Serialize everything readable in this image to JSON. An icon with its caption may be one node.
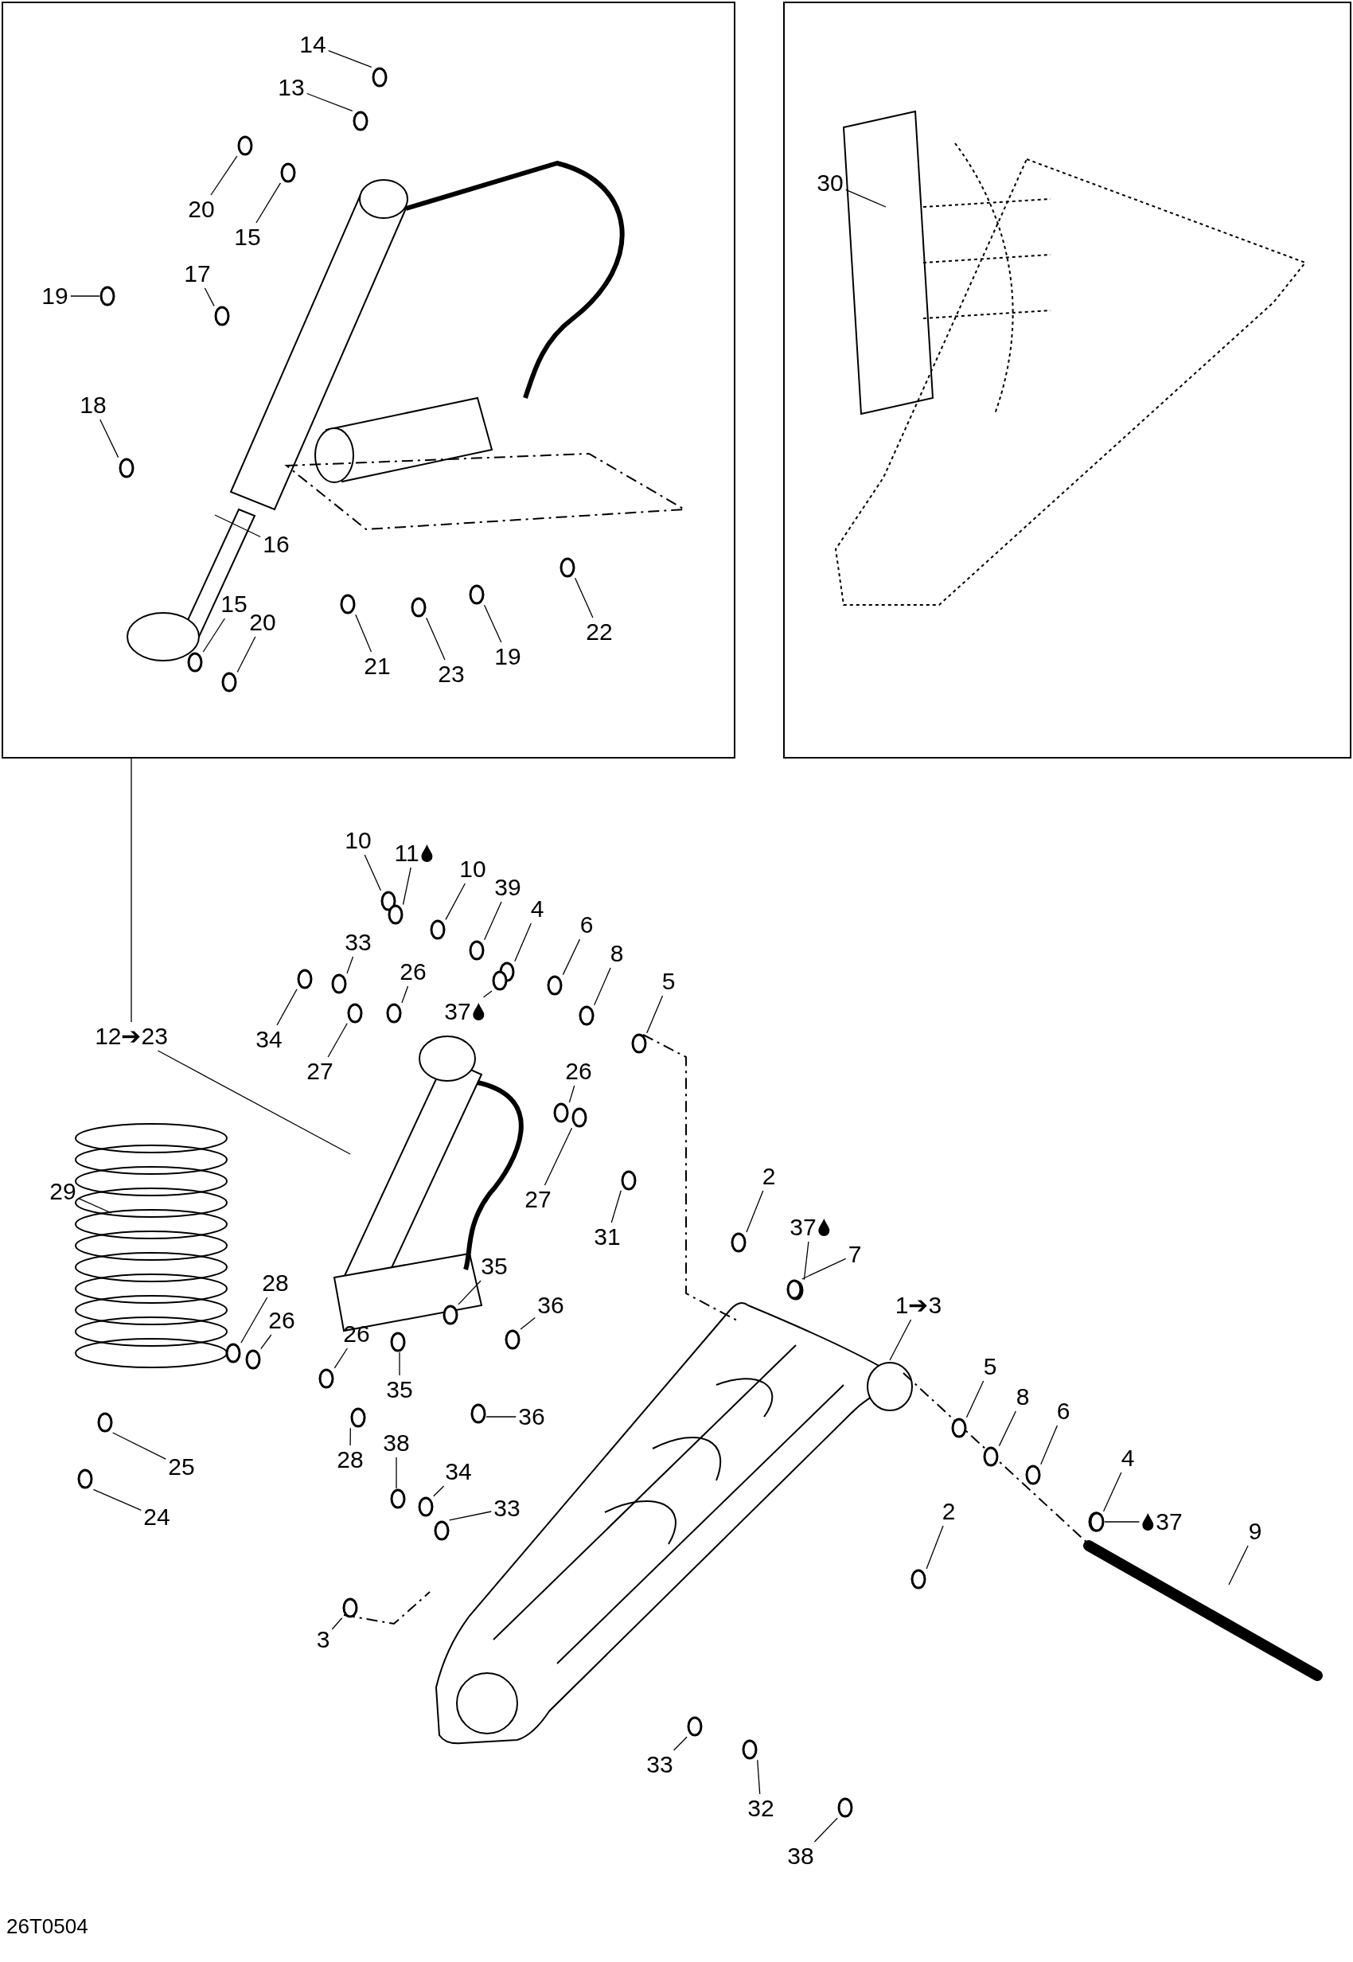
{
  "diagram": {
    "nodes": [
      {
        "text": [],
        "shape": "box"
      },
      {
        "text": [
          "14"
        ],
        "in": 0
      },
      {
        "text": [
          "13"
        ],
        "in": 0
      },
      {
        "text": [
          "20"
        ],
        "in": 0
      },
      {
        "text": [
          "15"
        ],
        "in": 0
      },
      {
        "text": [
          "17"
        ],
        "in": 0
      },
      {
        "text": [
          "19"
        ],
        "in": 0
      },
      {
        "text": [
          "18"
        ],
        "in": 0
      },
      {
        "text": [
          "16"
        ],
        "in": 0
      },
      {
        "text": [
          "15"
        ],
        "in": 0
      },
      {
        "text": [
          "20"
        ],
        "in": 0
      },
      {
        "text": [
          "21"
        ],
        "in": 0
      },
      {
        "text": [
          "23"
        ],
        "in": 0
      },
      {
        "text": [
          "19"
        ],
        "in": 0
      },
      {
        "text": [
          "22"
        ],
        "in": 0
      },
      {
        "text": [],
        "shape": "box"
      },
      {
        "text": [
          "30"
        ],
        "in": 15
      },
      {
        "text": [
          "10"
        ]
      },
      {
        "text": [
          "11"
        ]
      },
      {
        "text": [
          "10"
        ]
      },
      {
        "text": [
          "39"
        ]
      },
      {
        "text": [
          "4"
        ]
      },
      {
        "text": [
          "6"
        ]
      },
      {
        "text": [
          "8"
        ]
      },
      {
        "text": [
          "5"
        ]
      },
      {
        "text": [
          "33"
        ]
      },
      {
        "text": [
          "26"
        ]
      },
      {
        "text": [
          "34"
        ]
      },
      {
        "text": [
          "37"
        ]
      },
      {
        "text": [
          "27"
        ]
      },
      {
        "text": [
          "12➔23"
        ]
      },
      {
        "text": [
          "26"
        ]
      },
      {
        "text": [
          "29"
        ]
      },
      {
        "text": [
          "27"
        ]
      },
      {
        "text": [
          "31"
        ]
      },
      {
        "text": [
          "2"
        ]
      },
      {
        "text": [
          "37"
        ]
      },
      {
        "text": [
          "7"
        ]
      },
      {
        "text": [
          "28"
        ]
      },
      {
        "text": [
          "35"
        ]
      },
      {
        "text": [
          "36"
        ]
      },
      {
        "text": [
          "1➔3"
        ]
      },
      {
        "text": [
          "26"
        ]
      },
      {
        "text": [
          "26"
        ]
      },
      {
        "text": [
          "5"
        ]
      },
      {
        "text": [
          "35"
        ]
      },
      {
        "text": [
          "8"
        ]
      },
      {
        "text": [
          "36"
        ]
      },
      {
        "text": [
          "6"
        ]
      },
      {
        "text": [
          "28"
        ]
      },
      {
        "text": [
          "38"
        ]
      },
      {
        "text": [
          "25"
        ]
      },
      {
        "text": [
          "4"
        ]
      },
      {
        "text": [
          "34"
        ]
      },
      {
        "text": [
          "2"
        ]
      },
      {
        "text": [
          "37"
        ]
      },
      {
        "text": [
          "9"
        ]
      },
      {
        "text": [
          "33"
        ]
      },
      {
        "text": [
          "24"
        ]
      },
      {
        "text": [
          "3"
        ]
      },
      {
        "text": [
          "33"
        ]
      },
      {
        "text": [
          "32"
        ]
      },
      {
        "text": [
          "38"
        ]
      },
      {
        "text": [],
        "shape": "circle",
        "in": 0
      },
      {
        "text": [],
        "shape": "circle",
        "in": 0
      },
      {
        "text": [],
        "shape": "circle",
        "in": 0
      },
      {
        "text": [],
        "shape": "circle",
        "in": 0
      },
      {
        "text": [],
        "shape": "circle",
        "in": 0
      },
      {
        "text": [],
        "shape": "circle",
        "in": 0
      },
      {
        "text": [],
        "shape": "circle",
        "in": 0
      },
      {
        "text": [],
        "shape": "circle",
        "in": 0
      },
      {
        "text": [],
        "shape": "circle",
        "in": 0
      },
      {
        "text": [],
        "shape": "circle",
        "in": 0
      },
      {
        "text": [],
        "shape": "circle",
        "in": 0
      },
      {
        "text": [],
        "shape": "circle",
        "in": 0
      },
      {
        "text": [],
        "shape": "circle",
        "in": 0
      },
      {
        "text": [],
        "shape": "circle"
      },
      {
        "text": [],
        "shape": "circle"
      },
      {
        "text": [],
        "shape": "circle"
      },
      {
        "text": [],
        "shape": "circle"
      },
      {
        "text": [],
        "shape": "circle"
      },
      {
        "text": [],
        "shape": "circle"
      },
      {
        "text": [],
        "shape": "circle"
      },
      {
        "text": [],
        "shape": "circle"
      },
      {
        "text": [],
        "shape": "circle"
      },
      {
        "text": [],
        "shape": "circle"
      },
      {
        "text": [],
        "shape": "circle"
      },
      {
        "text": [],
        "shape": "circle"
      },
      {
        "text": [],
        "shape": "circle"
      },
      {
        "text": [],
        "shape": "circle"
      },
      {
        "text": [],
        "shape": "circle"
      },
      {
        "text": [],
        "shape": "circle"
      },
      {
        "text": [],
        "shape": "circle"
      },
      {
        "text": [],
        "shape": "circle"
      },
      {
        "text": [],
        "shape": "circle"
      },
      {
        "text": [],
        "shape": "circle"
      },
      {
        "text": [],
        "shape": "circle"
      },
      {
        "text": [],
        "shape": "circle"
      },
      {
        "text": [],
        "shape": "circle"
      },
      {
        "text": [],
        "shape": "circle"
      },
      {
        "text": [],
        "shape": "circle"
      },
      {
        "text": [],
        "shape": "circle"
      },
      {
        "text": [],
        "shape": "circle"
      },
      {
        "text": [],
        "shape": "circle"
      },
      {
        "text": [],
        "shape": "circle"
      },
      {
        "text": [],
        "shape": "circle"
      },
      {
        "text": [],
        "shape": "circle"
      },
      {
        "text": [],
        "shape": "circle"
      },
      {
        "text": [],
        "shape": "circle"
      },
      {
        "text": [],
        "shape": "circle"
      },
      {
        "text": [],
        "shape": "circle"
      },
      {
        "text": [],
        "shape": "circle"
      },
      {
        "text": [],
        "shape": "circle"
      },
      {
        "text": [],
        "shape": "circle"
      },
      {
        "text": [],
        "shape": "circle"
      },
      {
        "text": [],
        "shape": "circle"
      },
      {
        "text": [],
        "shape": "circle"
      },
      {
        "text": [],
        "shape": "circle"
      }
    ],
    "edges": [
      {
        "from": 1,
        "to": 63,
        "arrow": "none"
      },
      {
        "from": 2,
        "to": 64,
        "arrow": "none"
      },
      {
        "from": 3,
        "to": 65,
        "arrow": "none"
      },
      {
        "from": 4,
        "to": 66,
        "arrow": "none"
      },
      {
        "from": 5,
        "to": 67,
        "arrow": "none"
      },
      {
        "from": 6,
        "to": 68,
        "arrow": "none"
      },
      {
        "from": 7,
        "to": 69,
        "arrow": "none"
      },
      {
        "from": 8,
        "to": null,
        "arrow": "none"
      },
      {
        "from": 9,
        "to": 70,
        "arrow": "none"
      },
      {
        "from": 10,
        "to": 71,
        "arrow": "none"
      },
      {
        "from": 11,
        "to": 72,
        "arrow": "none"
      },
      {
        "from": 12,
        "to": 73,
        "arrow": "none"
      },
      {
        "from": 13,
        "to": 74,
        "arrow": "none"
      },
      {
        "from": 14,
        "to": 75,
        "arrow": "none"
      },
      {
        "from": 16,
        "to": null,
        "arrow": "none"
      },
      {
        "from": 17,
        "to": 76,
        "arrow": "none"
      },
      {
        "from": 18,
        "to": 77,
        "arrow": "none"
      },
      {
        "from": 19,
        "to": 78,
        "arrow": "none"
      },
      {
        "from": 20,
        "to": 79,
        "arrow": "none"
      },
      {
        "from": 21,
        "to": 80,
        "arrow": "none"
      },
      {
        "from": 22,
        "to": 81,
        "arrow": "none"
      },
      {
        "from": 23,
        "to": 82,
        "arrow": "none"
      },
      {
        "from": 24,
        "to": 83,
        "arrow": "none"
      },
      {
        "from": 25,
        "to": 84,
        "arrow": "none"
      },
      {
        "from": 26,
        "to": 85,
        "arrow": "none"
      },
      {
        "from": 27,
        "to": 86,
        "arrow": "none"
      },
      {
        "from": 28,
        "to": 87,
        "arrow": "none"
      },
      {
        "from": 29,
        "to": 88,
        "arrow": "none"
      },
      {
        "from": 30,
        "to": null,
        "arrow": "none"
      },
      {
        "from": 30,
        "to": 0,
        "arrow": "none"
      },
      {
        "from": 31,
        "to": 89,
        "arrow": "none"
      },
      {
        "from": 32,
        "to": null,
        "arrow": "none"
      },
      {
        "from": 33,
        "to": 90,
        "arrow": "none"
      },
      {
        "from": 34,
        "to": 91,
        "arrow": "none"
      },
      {
        "from": 35,
        "to": 92,
        "arrow": "none"
      },
      {
        "from": 36,
        "to": 93,
        "arrow": "none"
      },
      {
        "from": 37,
        "to": 94,
        "arrow": "none"
      },
      {
        "from": 38,
        "to": 95,
        "arrow": "none"
      },
      {
        "from": 39,
        "to": 96,
        "arrow": "none"
      },
      {
        "from": 40,
        "to": 97,
        "arrow": "none"
      },
      {
        "from": 41,
        "to": null,
        "arrow": "none"
      },
      {
        "from": 42,
        "to": 98,
        "arrow": "none"
      },
      {
        "from": 43,
        "to": 99,
        "arrow": "none"
      },
      {
        "from": 44,
        "to": 100,
        "arrow": "none"
      },
      {
        "from": 45,
        "to": 101,
        "arrow": "none"
      },
      {
        "from": 46,
        "to": 102,
        "arrow": "none"
      },
      {
        "from": 47,
        "to": 103,
        "arrow": "none"
      },
      {
        "from": 48,
        "to": 104,
        "arrow": "none"
      },
      {
        "from": 49,
        "to": 105,
        "arrow": "none"
      },
      {
        "from": 50,
        "to": 106,
        "arrow": "none"
      },
      {
        "from": 51,
        "to": 107,
        "arrow": "none"
      },
      {
        "from": 52,
        "to": 108,
        "arrow": "none"
      },
      {
        "from": 53,
        "to": 109,
        "arrow": "none"
      },
      {
        "from": 54,
        "to": 110,
        "arrow": "none"
      },
      {
        "from": 55,
        "to": 111,
        "arrow": "none"
      },
      {
        "from": 56,
        "to": null,
        "arrow": "none"
      },
      {
        "from": 57,
        "to": 112,
        "arrow": "none"
      },
      {
        "from": 58,
        "to": 113,
        "arrow": "none"
      },
      {
        "from": 59,
        "to": 114,
        "arrow": "none"
      },
      {
        "from": 60,
        "to": 115,
        "arrow": "none"
      },
      {
        "from": 61,
        "to": 116,
        "arrow": "none"
      },
      {
        "from": 62,
        "to": 117,
        "arrow": "none"
      }
    ],
    "labels": [
      "26T0504"
    ]
  }
}
